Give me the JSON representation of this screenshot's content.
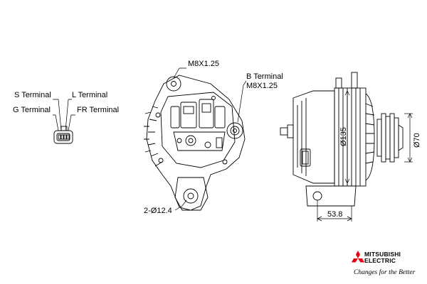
{
  "connector_labels": {
    "s_terminal": "S Terminal",
    "l_terminal": "L Terminal",
    "g_terminal": "G Terminal",
    "fr_terminal": "FR Terminal"
  },
  "front_view_labels": {
    "top_thread": "M8X1.25",
    "b_terminal": "B Terminal",
    "b_thread": "M8X1.25",
    "mount_holes": "2-Ø12.4"
  },
  "side_view_dimensions": {
    "body_diameter": "Ø135",
    "pulley_diameter": "Ø70",
    "mount_offset": "53.8"
  },
  "brand": {
    "name_line1": "MITSUBISHI",
    "name_line2": "ELECTRIC",
    "tagline": "Changes for the Better",
    "logo_color": "#e60012"
  }
}
